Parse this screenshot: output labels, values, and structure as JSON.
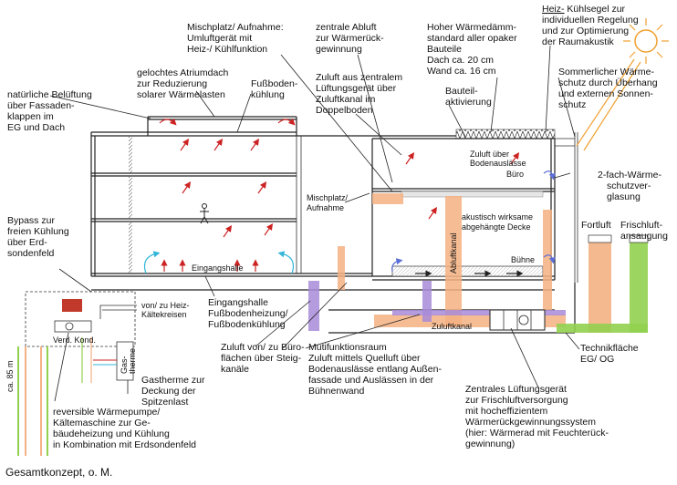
{
  "labels": {
    "natural_ventilation": [
      "natürliche Belüftung",
      "über Fassaden-",
      "klappen im",
      "EG und Dach"
    ],
    "atrium_roof": [
      "gelochtes Atriumdach",
      "zur Reduzierung",
      "solarer Wärmelasten"
    ],
    "floor_cooling_top": [
      "Fußboden-",
      "kühlung"
    ],
    "mixing_station": [
      "Mischplatz/ Aufnahme:",
      "Umluftgerät mit",
      "Heiz-/ Kühlfunktion"
    ],
    "central_exhaust": [
      "zentrale Abluft",
      "zur Wärmerück-",
      "gewinnung"
    ],
    "central_supply": [
      "Zuluft aus zentralem",
      "Lüftungsgerät über",
      "Zuluftkanal im",
      "Doppelboden"
    ],
    "insulation": [
      "Hoher Wärmedämm-",
      "standard aller opaker",
      "Bauteile",
      "Dach ca. 20 cm",
      "Wand ca. 16 cm"
    ],
    "component_activation": [
      "Bauteil-",
      "aktivierung"
    ],
    "heating_sail_prefix": "Heiz-",
    "heating_sail": [
      " Kühlsegel zur",
      "individuellen Regelung",
      "und zur Optimierung",
      "der Raumakustik"
    ],
    "summer_protection": [
      "Sommerlicher Wärme-",
      "schutz durch Überhang",
      "und externen Sonnen-",
      "schutz"
    ],
    "supply_floor_outlets": [
      "Zuluft über",
      "Bodenauslässe"
    ],
    "office": "Büro",
    "glazing": [
      "2-fach-Wärme-",
      "schutzver-",
      "glasung"
    ],
    "mixing_station_small": [
      "Mischplatz/",
      "Aufnahme"
    ],
    "acoustic_ceiling": [
      "akustisch wirksame",
      "abgehängte Decke"
    ],
    "exhaust_duct": "Abluftkanal",
    "stage": "Bühne",
    "exhaust_air": "Fortluft",
    "fresh_air": [
      "Frischluft-",
      "ansaugung"
    ],
    "bypass": [
      "Bypass zur",
      "freien Kühlung",
      "über Erd-",
      "sondenfeld"
    ],
    "entrance_hall_small": "Eingangshalle",
    "entrance_hall": [
      "Eingangshalle",
      "Fußbodenheizung/",
      "Fußbodenkühlung"
    ],
    "heating_circuits": [
      "von/ zu Heiz-",
      "Kältekreisen"
    ],
    "verd_kond": "Verd. Kond.",
    "gas_boiler_box": [
      "Gas-",
      "therme"
    ],
    "supply_duct": "Zuluftkanal",
    "supply_offices": [
      "Zuluft von/ zu Büro-",
      "flächen über Steig-",
      "kanäle"
    ],
    "multipurpose": [
      "Mutifunktionsraum",
      "Zuluft mittels Quelluft über",
      "Bodenauslässe entlang Außen-",
      "fassade und Auslässen in der",
      "Bühnenwand"
    ],
    "technical_area": [
      "Technikfläche",
      "EG/ OG"
    ],
    "gas_boiler": [
      "Gastherme zur",
      "Deckung der",
      "Spitzenlast"
    ],
    "heat_pump": [
      "reversible Wärmepumpe/",
      "Kältemaschine zur Ge-",
      "bäudeheizung und Kühlung",
      "in Kombination mit Erdsondenfeld"
    ],
    "ventilation_unit": [
      "Zentrales Lüftungsgerät",
      "zur Frischluftversorgung",
      "mit hocheffizientem",
      "Wärmerückgewinnungssystem",
      "(hier: Wärmerad mit Feuchterück-",
      "gewinnung)"
    ],
    "depth": "ca. 85 m"
  },
  "caption": "Gesamtkonzept, o. M.",
  "colors": {
    "supply": "#f4b183",
    "exhaust": "#a78bd8",
    "fresh": "#92d050",
    "warm_arrow": "#cc2222",
    "cool_arrow": "#35b6d9",
    "sun": "#f0a030",
    "heatpump": "#c0392b"
  }
}
